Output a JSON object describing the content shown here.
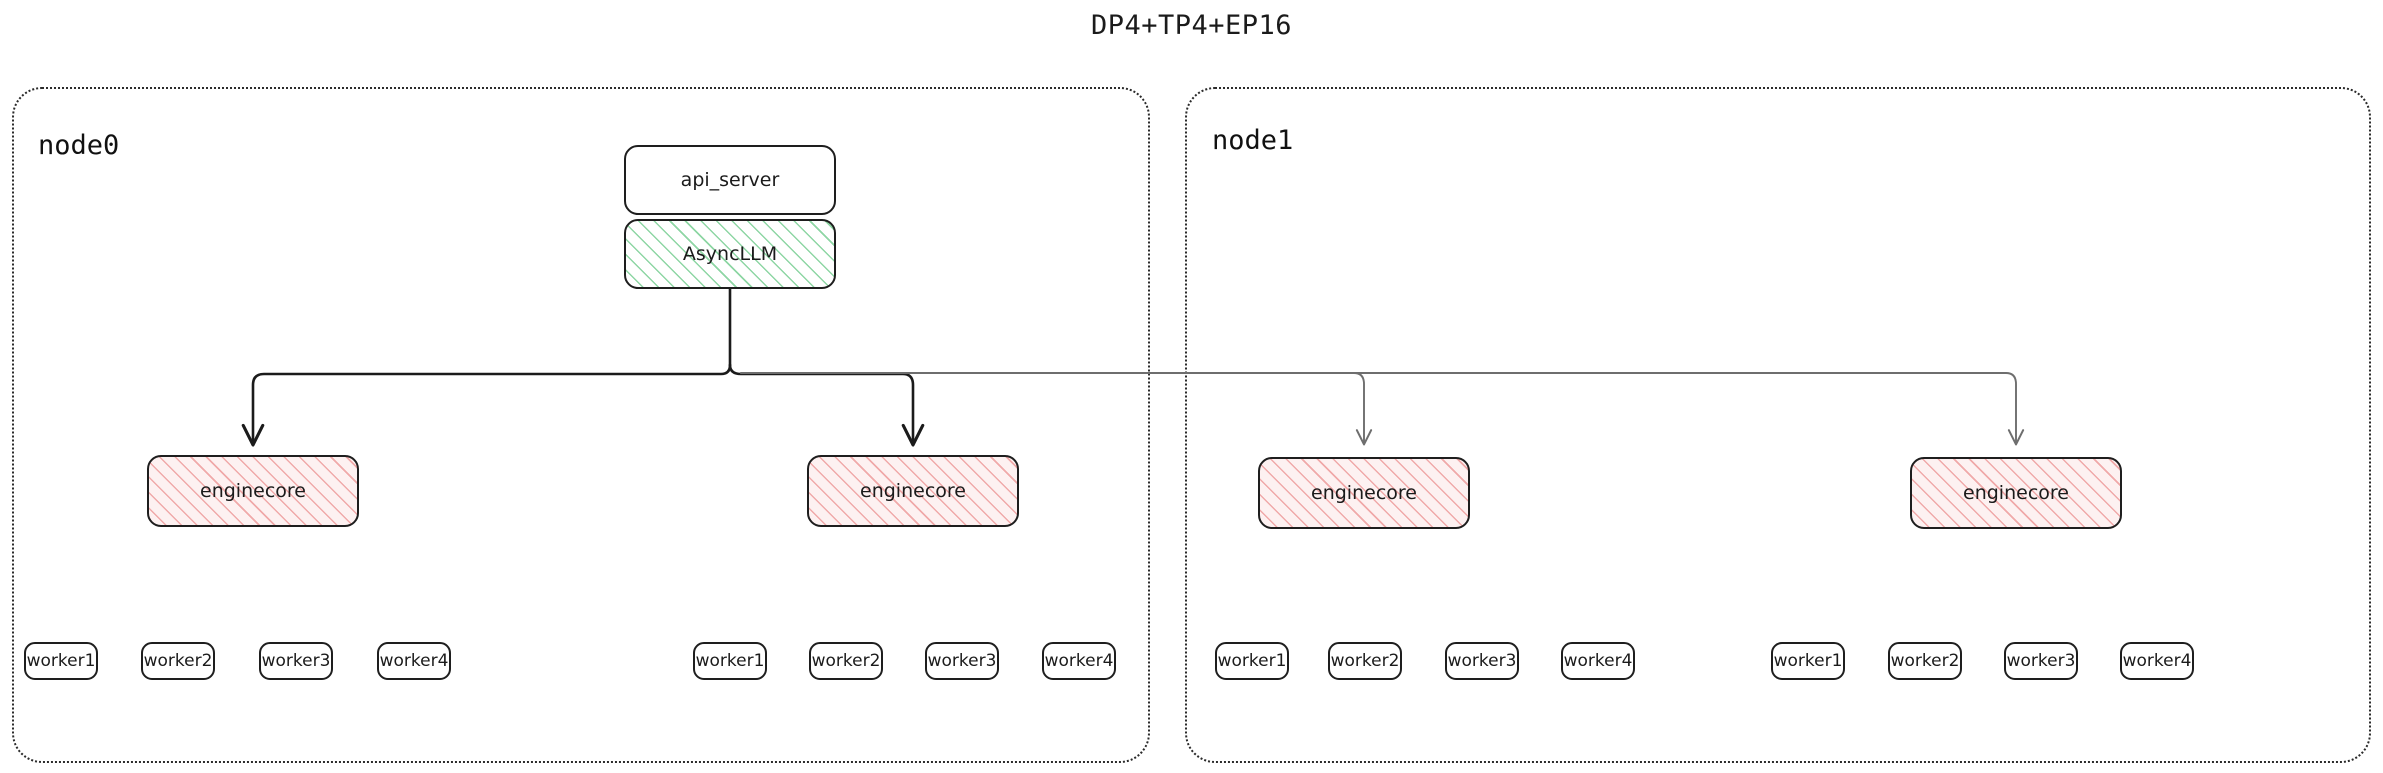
{
  "title": "DP4+TP4+EP16",
  "colors": {
    "stroke": "#1e1e1e",
    "node_border": "#2b2b2b",
    "async_hatch": "#8ed6a4",
    "engine_hatch": "#f0a9a9",
    "engine_fill": "#fdf1f1",
    "edge_primary": "#1b1b1b",
    "edge_secondary": "#6e6e6e",
    "background": "#ffffff"
  },
  "diagram": {
    "type": "deployment-topology",
    "nodes": [
      {
        "id": "node0",
        "label": "node0",
        "frontend": {
          "api_server": "api_server",
          "async_llm": "AsyncLLM"
        },
        "enginecores": [
          {
            "label": "enginecore",
            "workers": [
              "worker1",
              "worker2",
              "worker3",
              "worker4"
            ]
          },
          {
            "label": "enginecore",
            "workers": [
              "worker1",
              "worker2",
              "worker3",
              "worker4"
            ]
          }
        ]
      },
      {
        "id": "node1",
        "label": "node1",
        "frontend": null,
        "enginecores": [
          {
            "label": "enginecore",
            "workers": [
              "worker1",
              "worker2",
              "worker3",
              "worker4"
            ]
          },
          {
            "label": "enginecore",
            "workers": [
              "worker1",
              "worker2",
              "worker3",
              "worker4"
            ]
          }
        ]
      }
    ]
  },
  "n0": {
    "label": "node0",
    "api_server": "api_server",
    "async_llm": "AsyncLLM",
    "ec0": {
      "label": "enginecore"
    },
    "ec1": {
      "label": "enginecore"
    },
    "w0": [
      "worker1",
      "worker2",
      "worker3",
      "worker4"
    ],
    "w1": [
      "worker1",
      "worker2",
      "worker3",
      "worker4"
    ]
  },
  "n1": {
    "label": "node1",
    "ec0": {
      "label": "enginecore"
    },
    "ec1": {
      "label": "enginecore"
    },
    "w0": [
      "worker1",
      "worker2",
      "worker3",
      "worker4"
    ],
    "w1": [
      "worker1",
      "worker2",
      "worker3",
      "worker4"
    ]
  }
}
